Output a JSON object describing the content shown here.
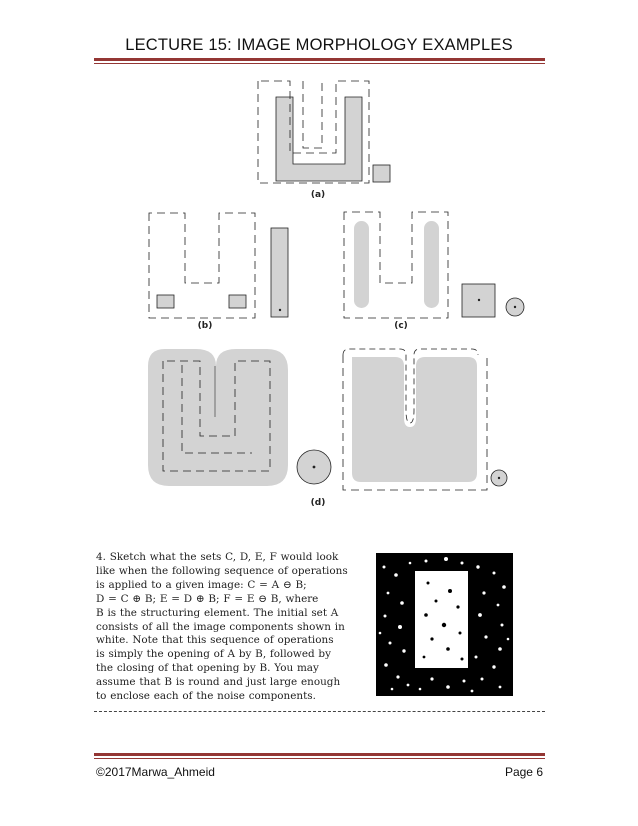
{
  "header": {
    "title": "LECTURE 15: IMAGE MORPHOLOGY EXAMPLES"
  },
  "figures": {
    "labels": {
      "a": "(a)",
      "b": "(b)",
      "c": "(c)",
      "d": "(d)"
    }
  },
  "problem": {
    "lines": [
      "4. Sketch what the sets C, D, E, F would look",
      "like when the following sequence of operations",
      "is applied to a given image: C = A ⊖ B;",
      "D = C ⊕ B; E = D ⊕ B; F = E ⊖ B, where",
      "B is the structuring element. The initial set A",
      "consists of all the image components shown in",
      "white. Note that this sequence of operations",
      "is simply the opening of A by B, followed by",
      "the closing of that opening by B. You may",
      "assume that B is round and just large enough",
      "to enclose each of the noise components."
    ]
  },
  "footer": {
    "left": "©2017Marwa_Ahmeid",
    "right": "Page 6"
  },
  "colors": {
    "accent_rule": "#943634",
    "fill_gray": "#d3d3d3"
  }
}
